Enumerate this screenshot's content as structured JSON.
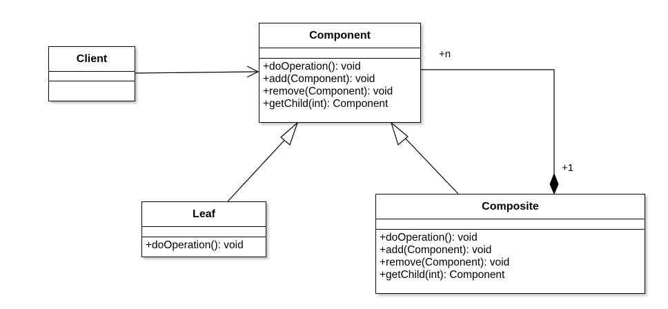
{
  "classes": {
    "client": {
      "name": "Client",
      "operations": []
    },
    "component": {
      "name": "Component",
      "operations": [
        "+doOperation(): void",
        "+add(Component): void",
        "+remove(Component): void",
        "+getChild(int): Component"
      ]
    },
    "leaf": {
      "name": "Leaf",
      "operations": [
        "+doOperation(): void"
      ]
    },
    "composite": {
      "name": "Composite",
      "operations": [
        "+doOperation(): void",
        "+add(Component): void",
        "+remove(Component): void",
        "+getChild(int): Component"
      ]
    }
  },
  "multiplicities": {
    "component_end": "+n",
    "composite_end": "+1"
  },
  "colors": {
    "line": "#000000",
    "background": "#ffffff"
  }
}
